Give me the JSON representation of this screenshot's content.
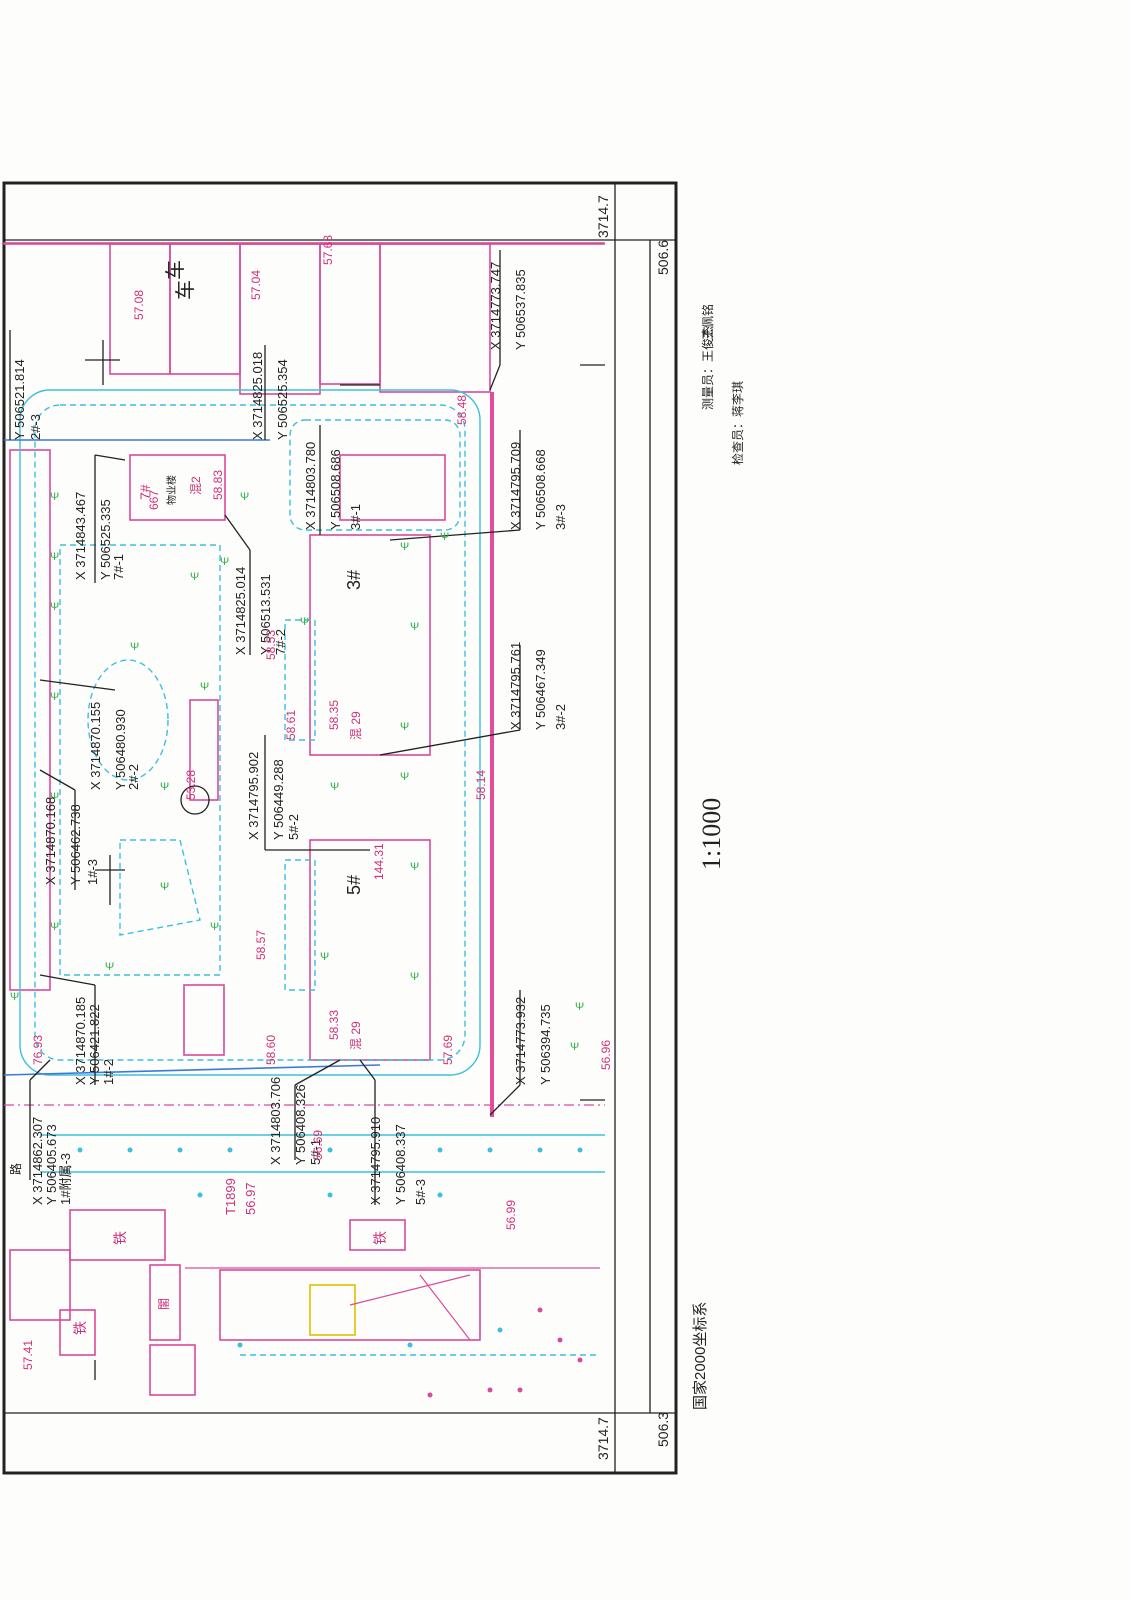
{
  "scale": "1:1000",
  "coordinate_system": "国家2000坐标系",
  "surveyor": "测量员：王俊杰",
  "surveyor2": "王佩铭",
  "checker": "检查员：蒋李琪",
  "frame": {
    "top_x": "3714.7",
    "bottom_x": "3714.7",
    "top_y": "506.6",
    "bottom_y": "506.3"
  },
  "points": [
    {
      "id": "p1",
      "x": "X 3714862.307",
      "y": "Y 506405.673",
      "label": "1#附属-3"
    },
    {
      "id": "p2",
      "x": "X 3714870.185",
      "y": "Y 506421.822",
      "label": "1#-2"
    },
    {
      "id": "p3",
      "x": "X 3714870.168",
      "y": "Y 506462.738",
      "label": "1#-3"
    },
    {
      "id": "p4",
      "x": "X 3714870.155",
      "y": "Y 506480.930",
      "label": "2#-2"
    },
    {
      "id": "p5",
      "x": "X 3714843.467",
      "y": "Y 506525.335",
      "label": "7#-1"
    },
    {
      "id": "p6",
      "x": "X 3714825.018",
      "y": "Y 506525.354",
      "label": ""
    },
    {
      "id": "p7",
      "x": "X 3714825.014",
      "y": "Y 506513.531",
      "label": "7#-2"
    },
    {
      "id": "p8",
      "x": "X 3714803.780",
      "y": "Y 506508.686",
      "label": "3#-1"
    },
    {
      "id": "p9",
      "x": "X 3714795.709",
      "y": "Y 506508.668",
      "label": "3#-3"
    },
    {
      "id": "p10",
      "x": "X 3714795.761",
      "y": "Y 506467.349",
      "label": "3#-2"
    },
    {
      "id": "p11",
      "x": "X 3714795.902",
      "y": "Y 506449.288",
      "label": "5#-2"
    },
    {
      "id": "p12",
      "x": "X 3714803.706",
      "y": "Y 506408.326",
      "label": "5#-1"
    },
    {
      "id": "p13",
      "x": "X 3714795.910",
      "y": "Y 506408.337",
      "label": "5#-3"
    },
    {
      "id": "p14",
      "x": "X 3714773.932",
      "y": "Y 506394.735",
      "label": ""
    },
    {
      "id": "p15",
      "x": "X 3714773.747",
      "y": "Y 506537.835",
      "label": ""
    },
    {
      "id": "p16",
      "x": "",
      "y": "Y 506521.814",
      "label": "2#-3"
    }
  ],
  "building_labels": {
    "b3": "3#",
    "b5": "5#",
    "b7": "7#",
    "b7_note": "物业楼",
    "b7_floors": "混2",
    "b3_floors": "混 29",
    "b5_floors": "混 29",
    "car1": "车",
    "car2": "车",
    "iron1": "铁",
    "iron2": "铁",
    "iron3": "铁",
    "jar": "閣",
    "code": "T1899",
    "road": "路"
  },
  "elevations": [
    "57.08",
    "57.04",
    "57.63",
    "58.48",
    "58.83",
    "58.61",
    "58.14",
    "58.57",
    "58.60",
    "57.69",
    "56.96",
    "56.69",
    "56.97",
    "56.99",
    "57.41",
    "76.93",
    "144.31",
    "53.28",
    "58.35",
    "58.53",
    "58.33",
    "667"
  ]
}
